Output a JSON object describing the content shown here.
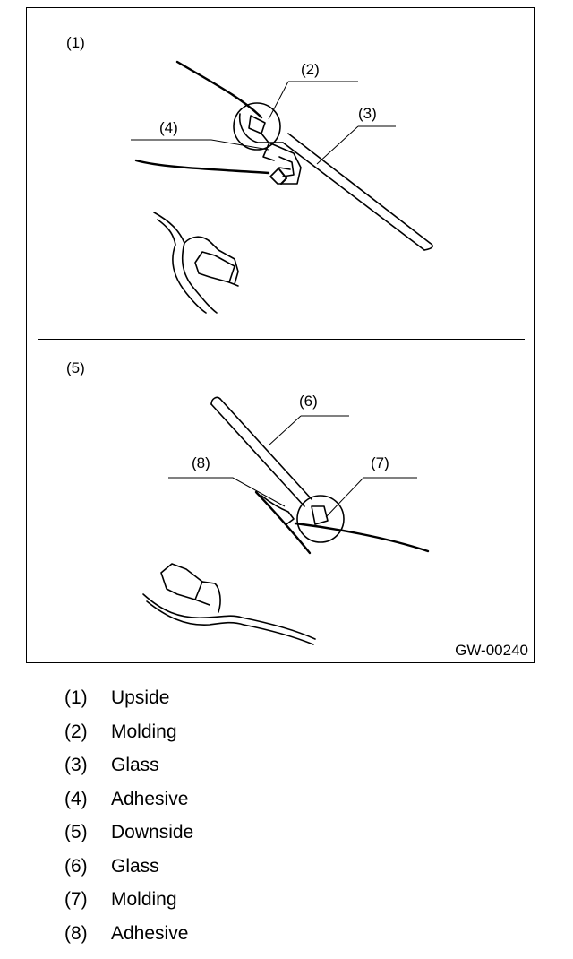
{
  "figure": {
    "id": "GW-00240",
    "upper": {
      "view_label": "(1)",
      "callouts": [
        "(2)",
        "(3)",
        "(4)"
      ]
    },
    "lower": {
      "view_label": "(5)",
      "callouts": [
        "(6)",
        "(7)",
        "(8)"
      ]
    }
  },
  "legend": [
    {
      "num": "(1)",
      "label": "Upside"
    },
    {
      "num": "(2)",
      "label": "Molding"
    },
    {
      "num": "(3)",
      "label": "Glass"
    },
    {
      "num": "(4)",
      "label": "Adhesive"
    },
    {
      "num": "(5)",
      "label": "Downside"
    },
    {
      "num": "(6)",
      "label": "Glass"
    },
    {
      "num": "(7)",
      "label": "Molding"
    },
    {
      "num": "(8)",
      "label": "Adhesive"
    }
  ]
}
